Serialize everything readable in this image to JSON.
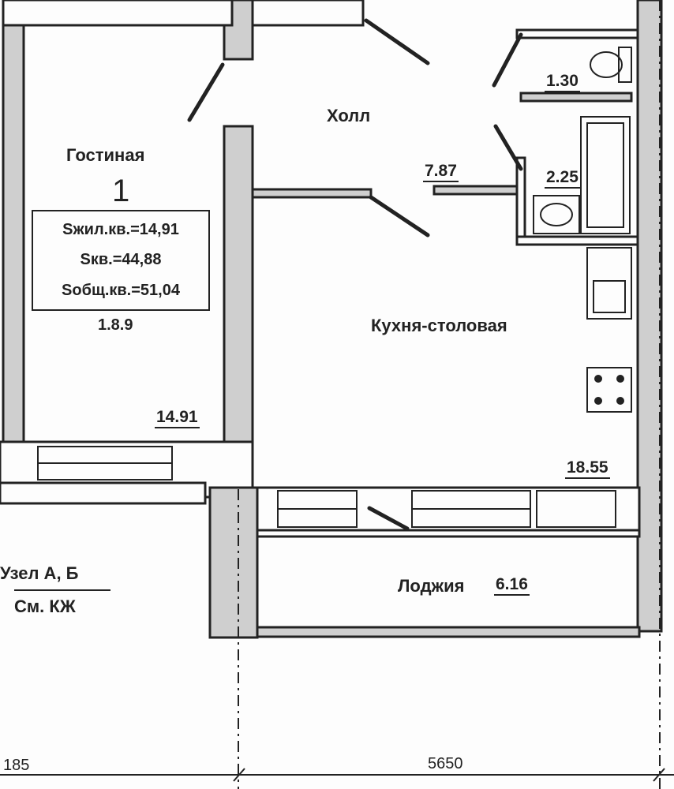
{
  "rooms": {
    "living": {
      "name": "Гостиная",
      "number": "1",
      "area": "14.91",
      "code": "1.8.9"
    },
    "hall": {
      "name": "Холл",
      "area": "7.87"
    },
    "kitchen": {
      "name": "Кухня-столовая",
      "area": "18.55"
    },
    "wc": {
      "area": "1.30"
    },
    "bath": {
      "area": "2.25"
    },
    "loggia": {
      "name": "Лоджия",
      "area": "6.16"
    }
  },
  "apartment_info": {
    "living_area": "Sжил.кв.=14,91",
    "apartment_area": "Sкв.=44,88",
    "total_area": "Sобщ.кв.=51,04"
  },
  "notes": {
    "node_ref": "Узел А, Б",
    "see_ref": "См. КЖ"
  },
  "dimensions": {
    "left": "185",
    "main": "5650"
  },
  "colors": {
    "wall_fill": "#cfcfcf",
    "line": "#222222"
  }
}
